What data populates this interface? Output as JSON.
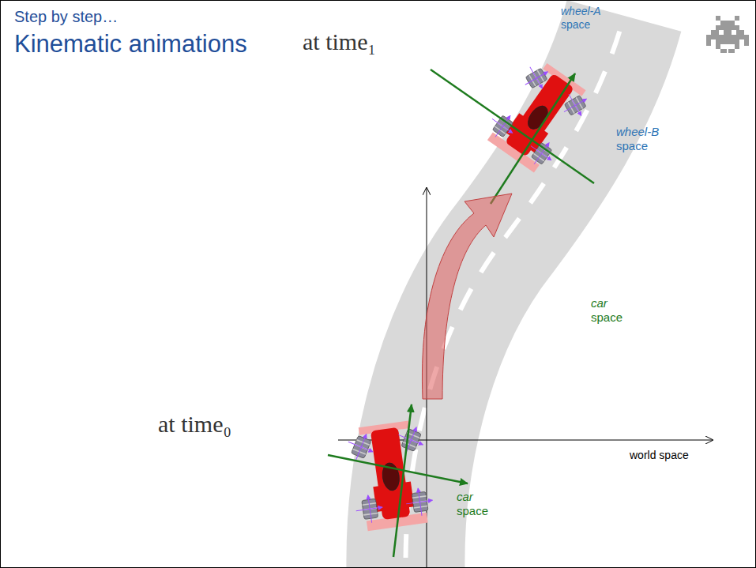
{
  "diagram": {
    "title": "Kinematic animations",
    "labels": [
      "Step by step…",
      "at time₁",
      "wheel-A space",
      "wheel-B space",
      "car space",
      "at time₀",
      "world space",
      "car space"
    ]
  }
}
